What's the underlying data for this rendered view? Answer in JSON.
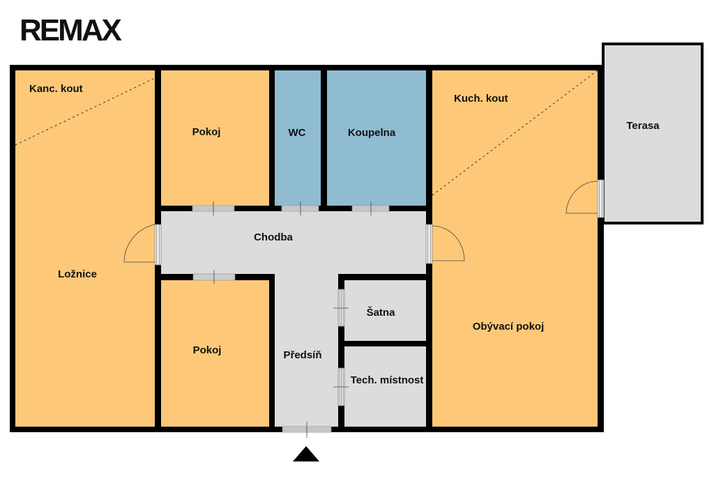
{
  "logo": {
    "text": "REMAX"
  },
  "colors": {
    "living": "#fdc978",
    "wet": "#8fbcd0",
    "service": "#dcdcdc",
    "wall": "#000000"
  },
  "rooms": {
    "kanc_kout": "Kanc. kout",
    "loznice": "Ložnice",
    "pokoj_top": "Pokoj",
    "wc": "WC",
    "koupelna": "Koupelna",
    "kuch_kout": "Kuch. kout",
    "terasa": "Terasa",
    "chodba": "Chodba",
    "pokoj_bottom": "Pokoj",
    "predsin": "Předsíň",
    "satna": "Šatna",
    "tech": "Tech. místnost",
    "obyvaci": "Obývací pokoj"
  },
  "icons": {
    "entrance": "entrance-arrow-icon"
  }
}
